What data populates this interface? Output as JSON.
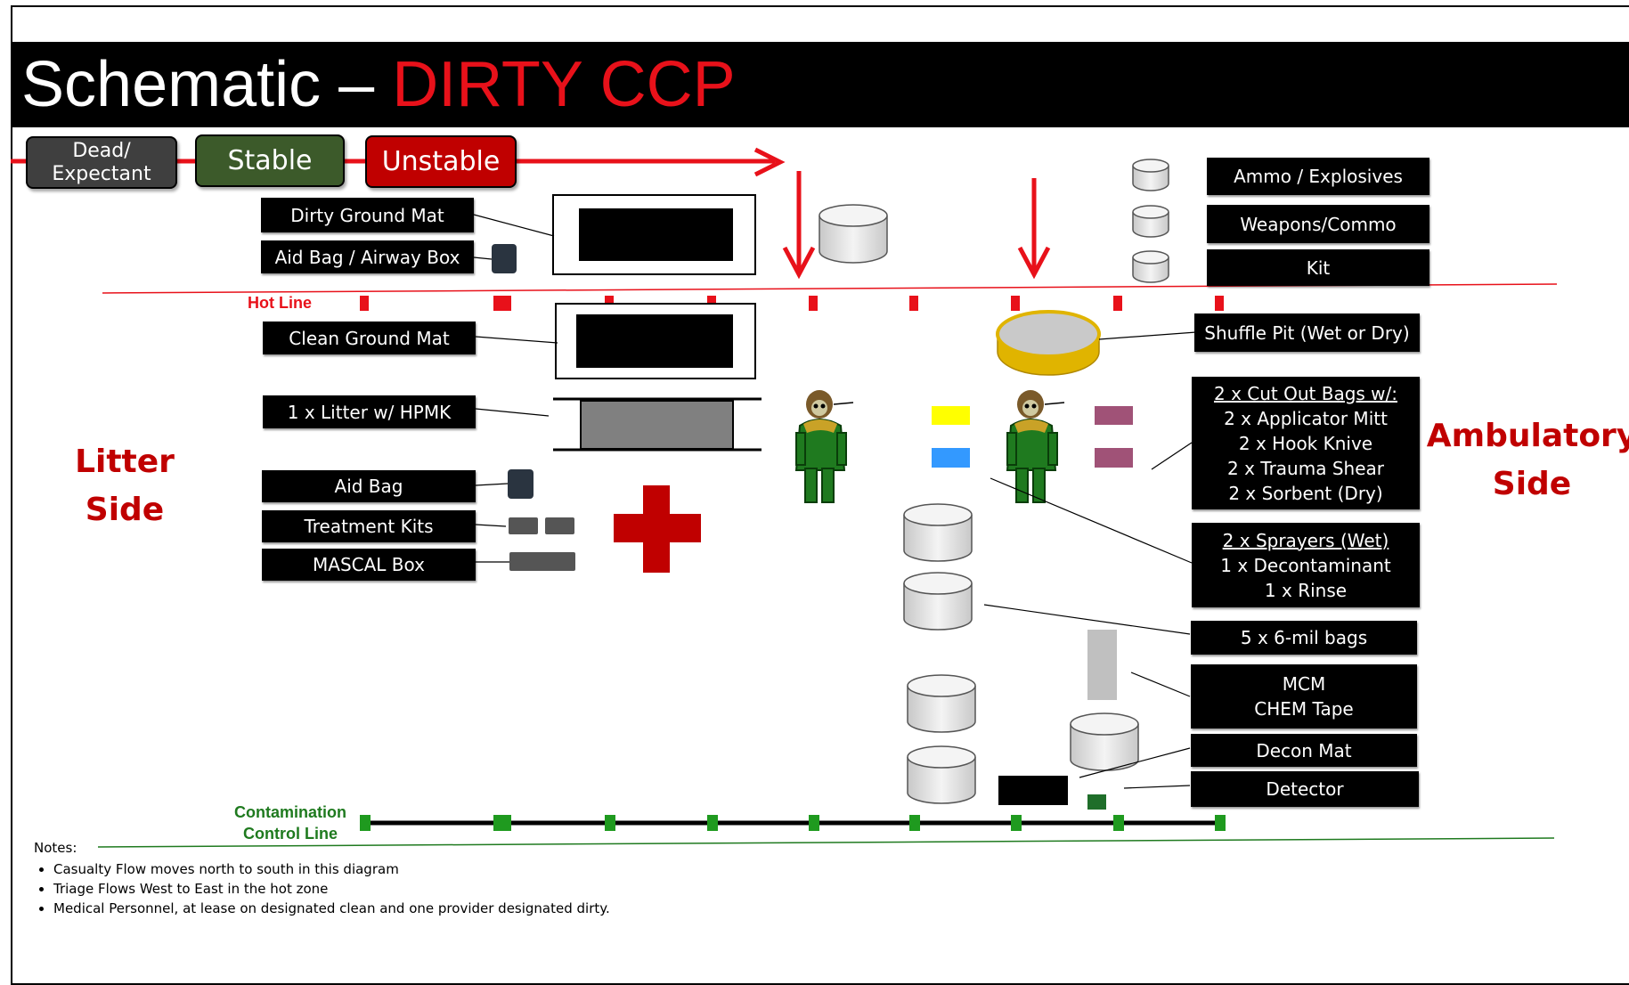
{
  "title": {
    "prefix": "Schematic – ",
    "highlight": "DIRTY CCP"
  },
  "triage": {
    "dead": "Dead/ Expectant",
    "stable": "Stable",
    "unstable": "Unstable"
  },
  "left_labels": {
    "dirty_ground_mat": "Dirty Ground Mat",
    "aid_bag_airway": "Aid Bag / Airway Box",
    "clean_ground_mat": "Clean Ground Mat",
    "litter": "1 x Litter w/ HPMK",
    "aid_bag": "Aid Bag",
    "treatment_kits": "Treatment Kits",
    "mascal_box": "MASCAL Box"
  },
  "right_labels": {
    "ammo": "Ammo / Explosives",
    "weapons": "Weapons/Commo",
    "kit": "Kit",
    "shuffle_pit": "Shuffle Pit (Wet or Dry)",
    "cut_out_heading": "2 x Cut Out Bags w/:",
    "cut_out_items": [
      "2 x Applicator Mitt",
      "2 x Hook Knive",
      "2 x Trauma Shear",
      "2 x Sorbent (Dry)"
    ],
    "sprayers_heading": "2 x Sprayers (Wet)",
    "sprayers_items": [
      "1 x Decontaminant",
      "1 x Rinse"
    ],
    "bags": "5 x 6-mil bags",
    "mcm": "MCM",
    "chem_tape": "CHEM Tape",
    "decon_mat": "Decon Mat",
    "detector": "Detector"
  },
  "sides": {
    "litter": "Litter Side",
    "ambulatory_1": "Ambulatory",
    "ambulatory_2": "Side"
  },
  "lines": {
    "hot_line": "Hot Line",
    "ccl_1": "Contamination",
    "ccl_2": "Control Line"
  },
  "notes": {
    "heading": "Notes:",
    "items": [
      "Casualty Flow moves north to south in this diagram",
      "Triage Flows West to East in the hot zone",
      "Medical Personnel, at lease on designated clean and one provider designated dirty."
    ]
  },
  "colors": {
    "red": "#e8111a",
    "dark_red": "#c00000",
    "green": "#1f7a1f",
    "yellow": "#ffff00",
    "blue": "#3399ff",
    "mauve": "#a05277",
    "gold": "#e0b400"
  }
}
